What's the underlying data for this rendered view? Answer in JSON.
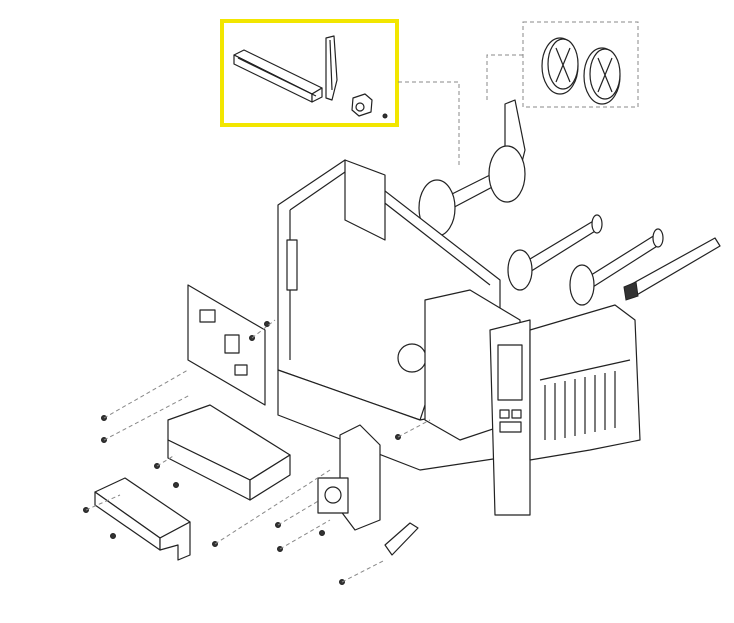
{
  "diagram": {
    "type": "exploded-parts-view",
    "subject": "printer",
    "highlight": {
      "color": "#f2e600",
      "shape": "rectangle"
    },
    "line_color": "#222222",
    "leader_style": "dashed",
    "background": "#ffffff"
  }
}
